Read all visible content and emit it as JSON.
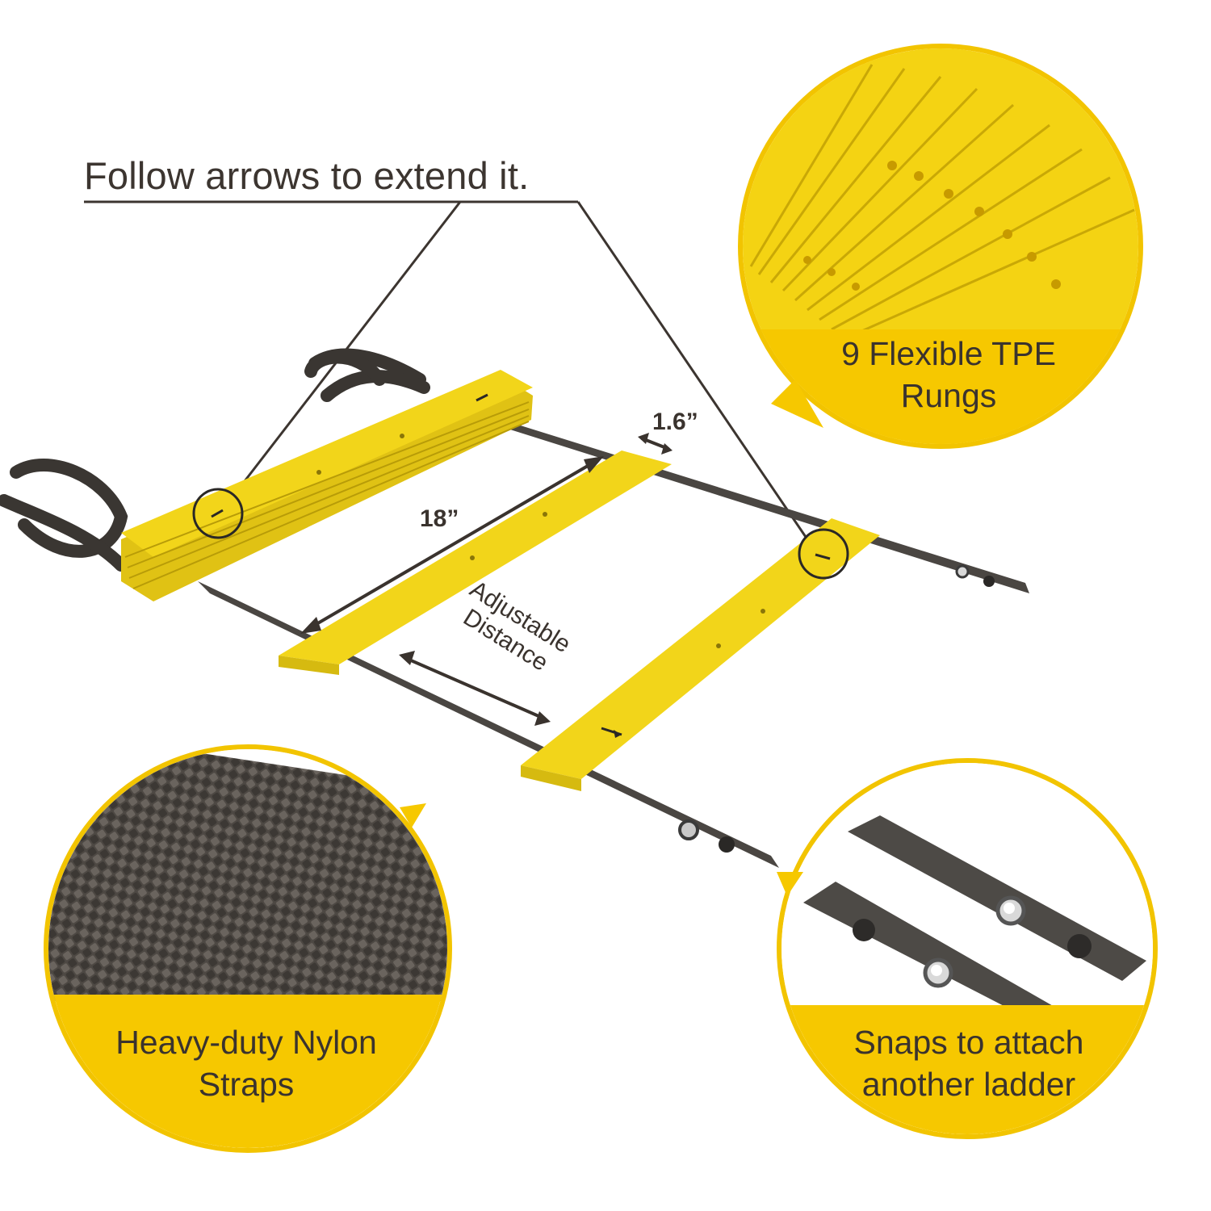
{
  "headline": "Follow arrows to extend it.",
  "dimensions": {
    "rung_length": "18”",
    "rung_width": "1.6”",
    "spacing_line1": "Adjustable",
    "spacing_line2": "Distance"
  },
  "callouts": {
    "rungs": {
      "line1": "9 Flexible TPE",
      "line2": "Rungs"
    },
    "straps": {
      "line1": "Heavy-duty Nylon",
      "line2": "Straps"
    },
    "snaps": {
      "line1": "Snaps to attach",
      "line2": "another ladder"
    }
  },
  "colors": {
    "rung_yellow": "#f2d51a",
    "strap_gray": "#4a4642",
    "banner_yellow": "#f6c800",
    "text_dark": "#3a332e"
  }
}
